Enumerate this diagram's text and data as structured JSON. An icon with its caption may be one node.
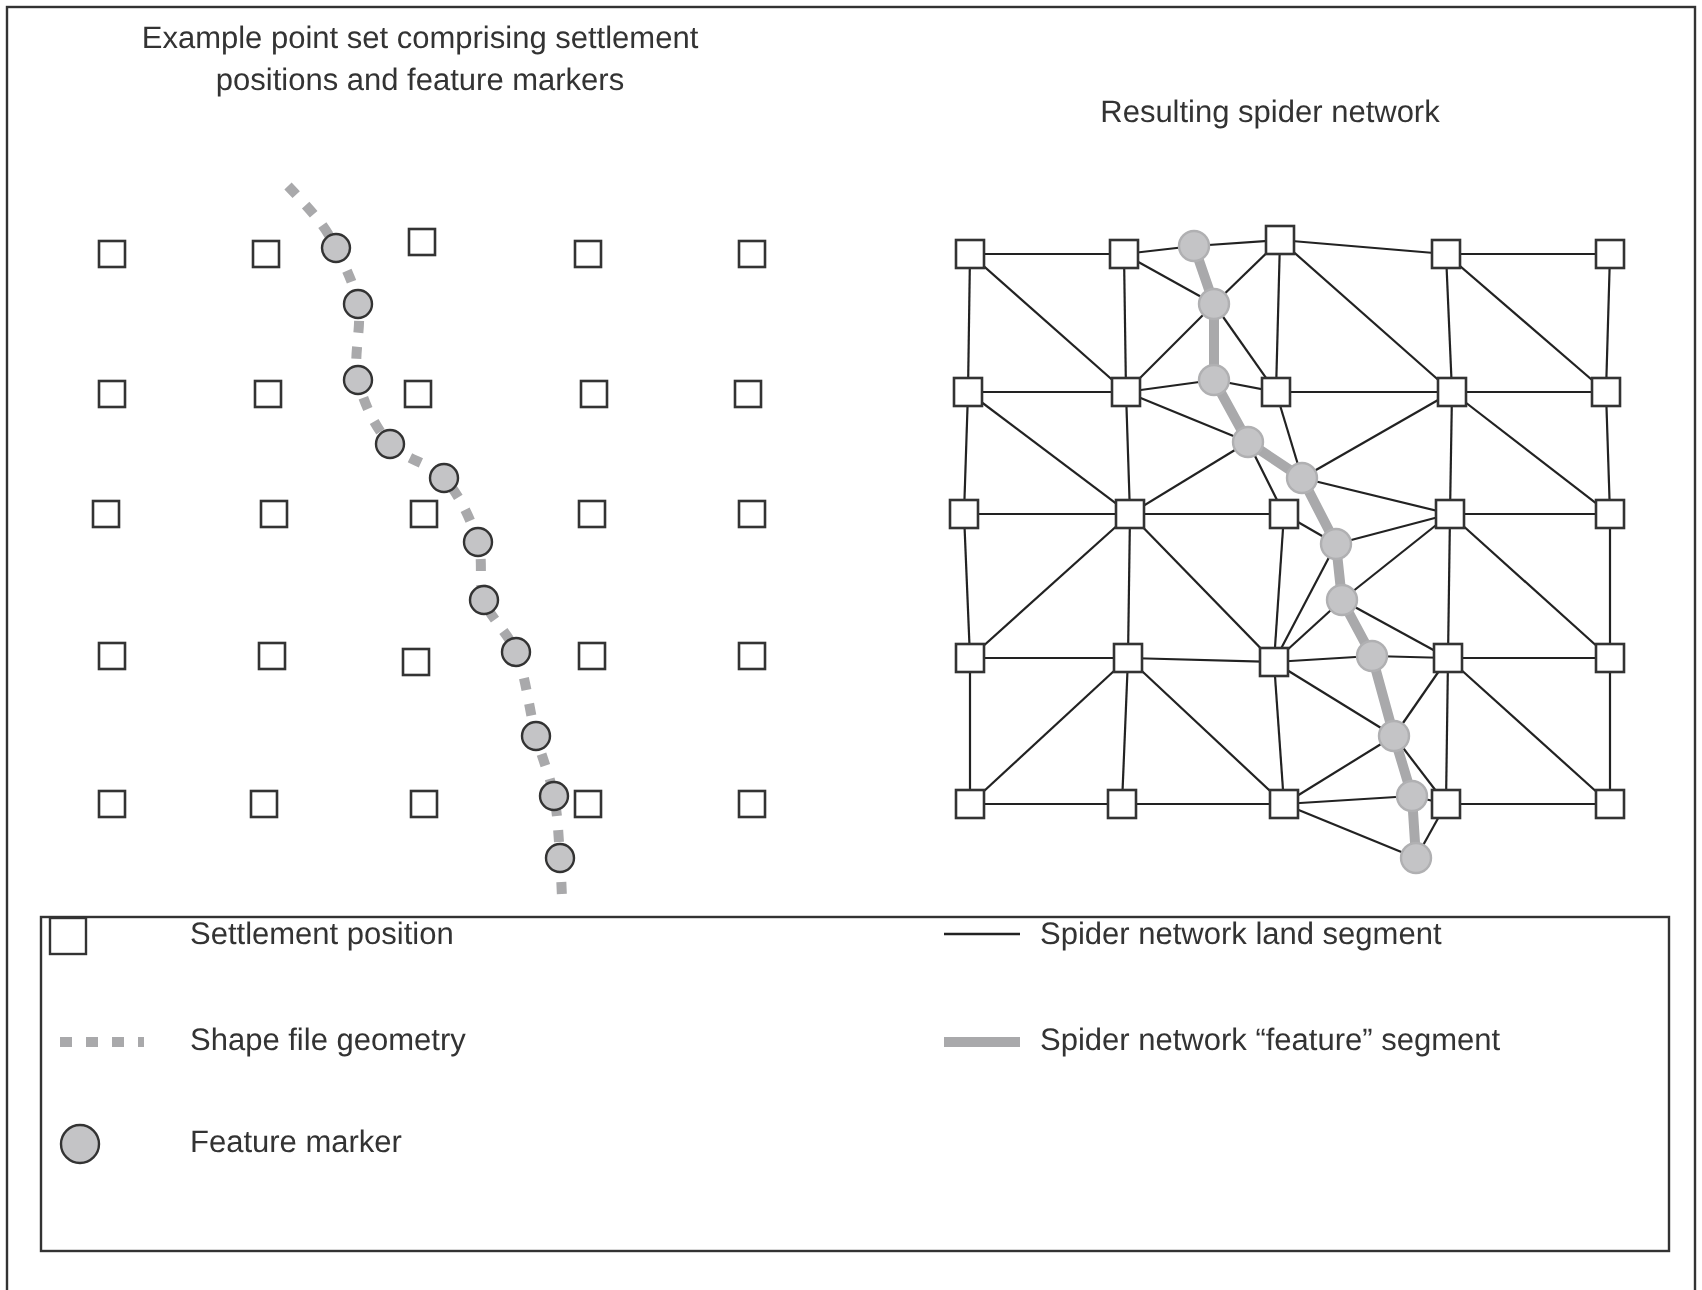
{
  "diagram": {
    "labels": [
      "Example point set comprising settlement positions and feature markers",
      "Resulting spider network"
    ],
    "legend": [
      {
        "text": "Settlement position"
      },
      {
        "text": "Spider network land segment"
      },
      {
        "text": "Shape file geometry"
      },
      {
        "text": "Spider network “feature” segment"
      },
      {
        "text": "Feature marker"
      }
    ]
  }
}
